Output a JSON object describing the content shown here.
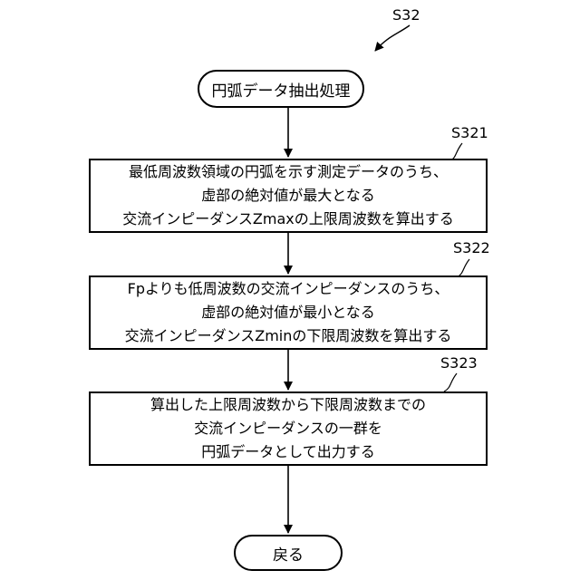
{
  "flowchart": {
    "ref_main": "S32",
    "start": "円弧データ抽出処理",
    "steps": [
      {
        "ref": "S321",
        "lines": [
          "最低周波数領域の円弧を示す測定データのうち、",
          "虚部の絶対値が最大となる",
          "交流インピーダンスZmaxの上限周波数を算出する"
        ]
      },
      {
        "ref": "S322",
        "lines": [
          "Fpよりも低周波数の交流インピーダンスのうち、",
          "虚部の絶対値が最小となる",
          "交流インピーダンスZminの下限周波数を算出する"
        ]
      },
      {
        "ref": "S323",
        "lines": [
          "算出した上限周波数から下限周波数までの",
          "交流インピーダンスの一群を",
          "円弧データとして出力する"
        ]
      }
    ],
    "end": "戻る"
  }
}
